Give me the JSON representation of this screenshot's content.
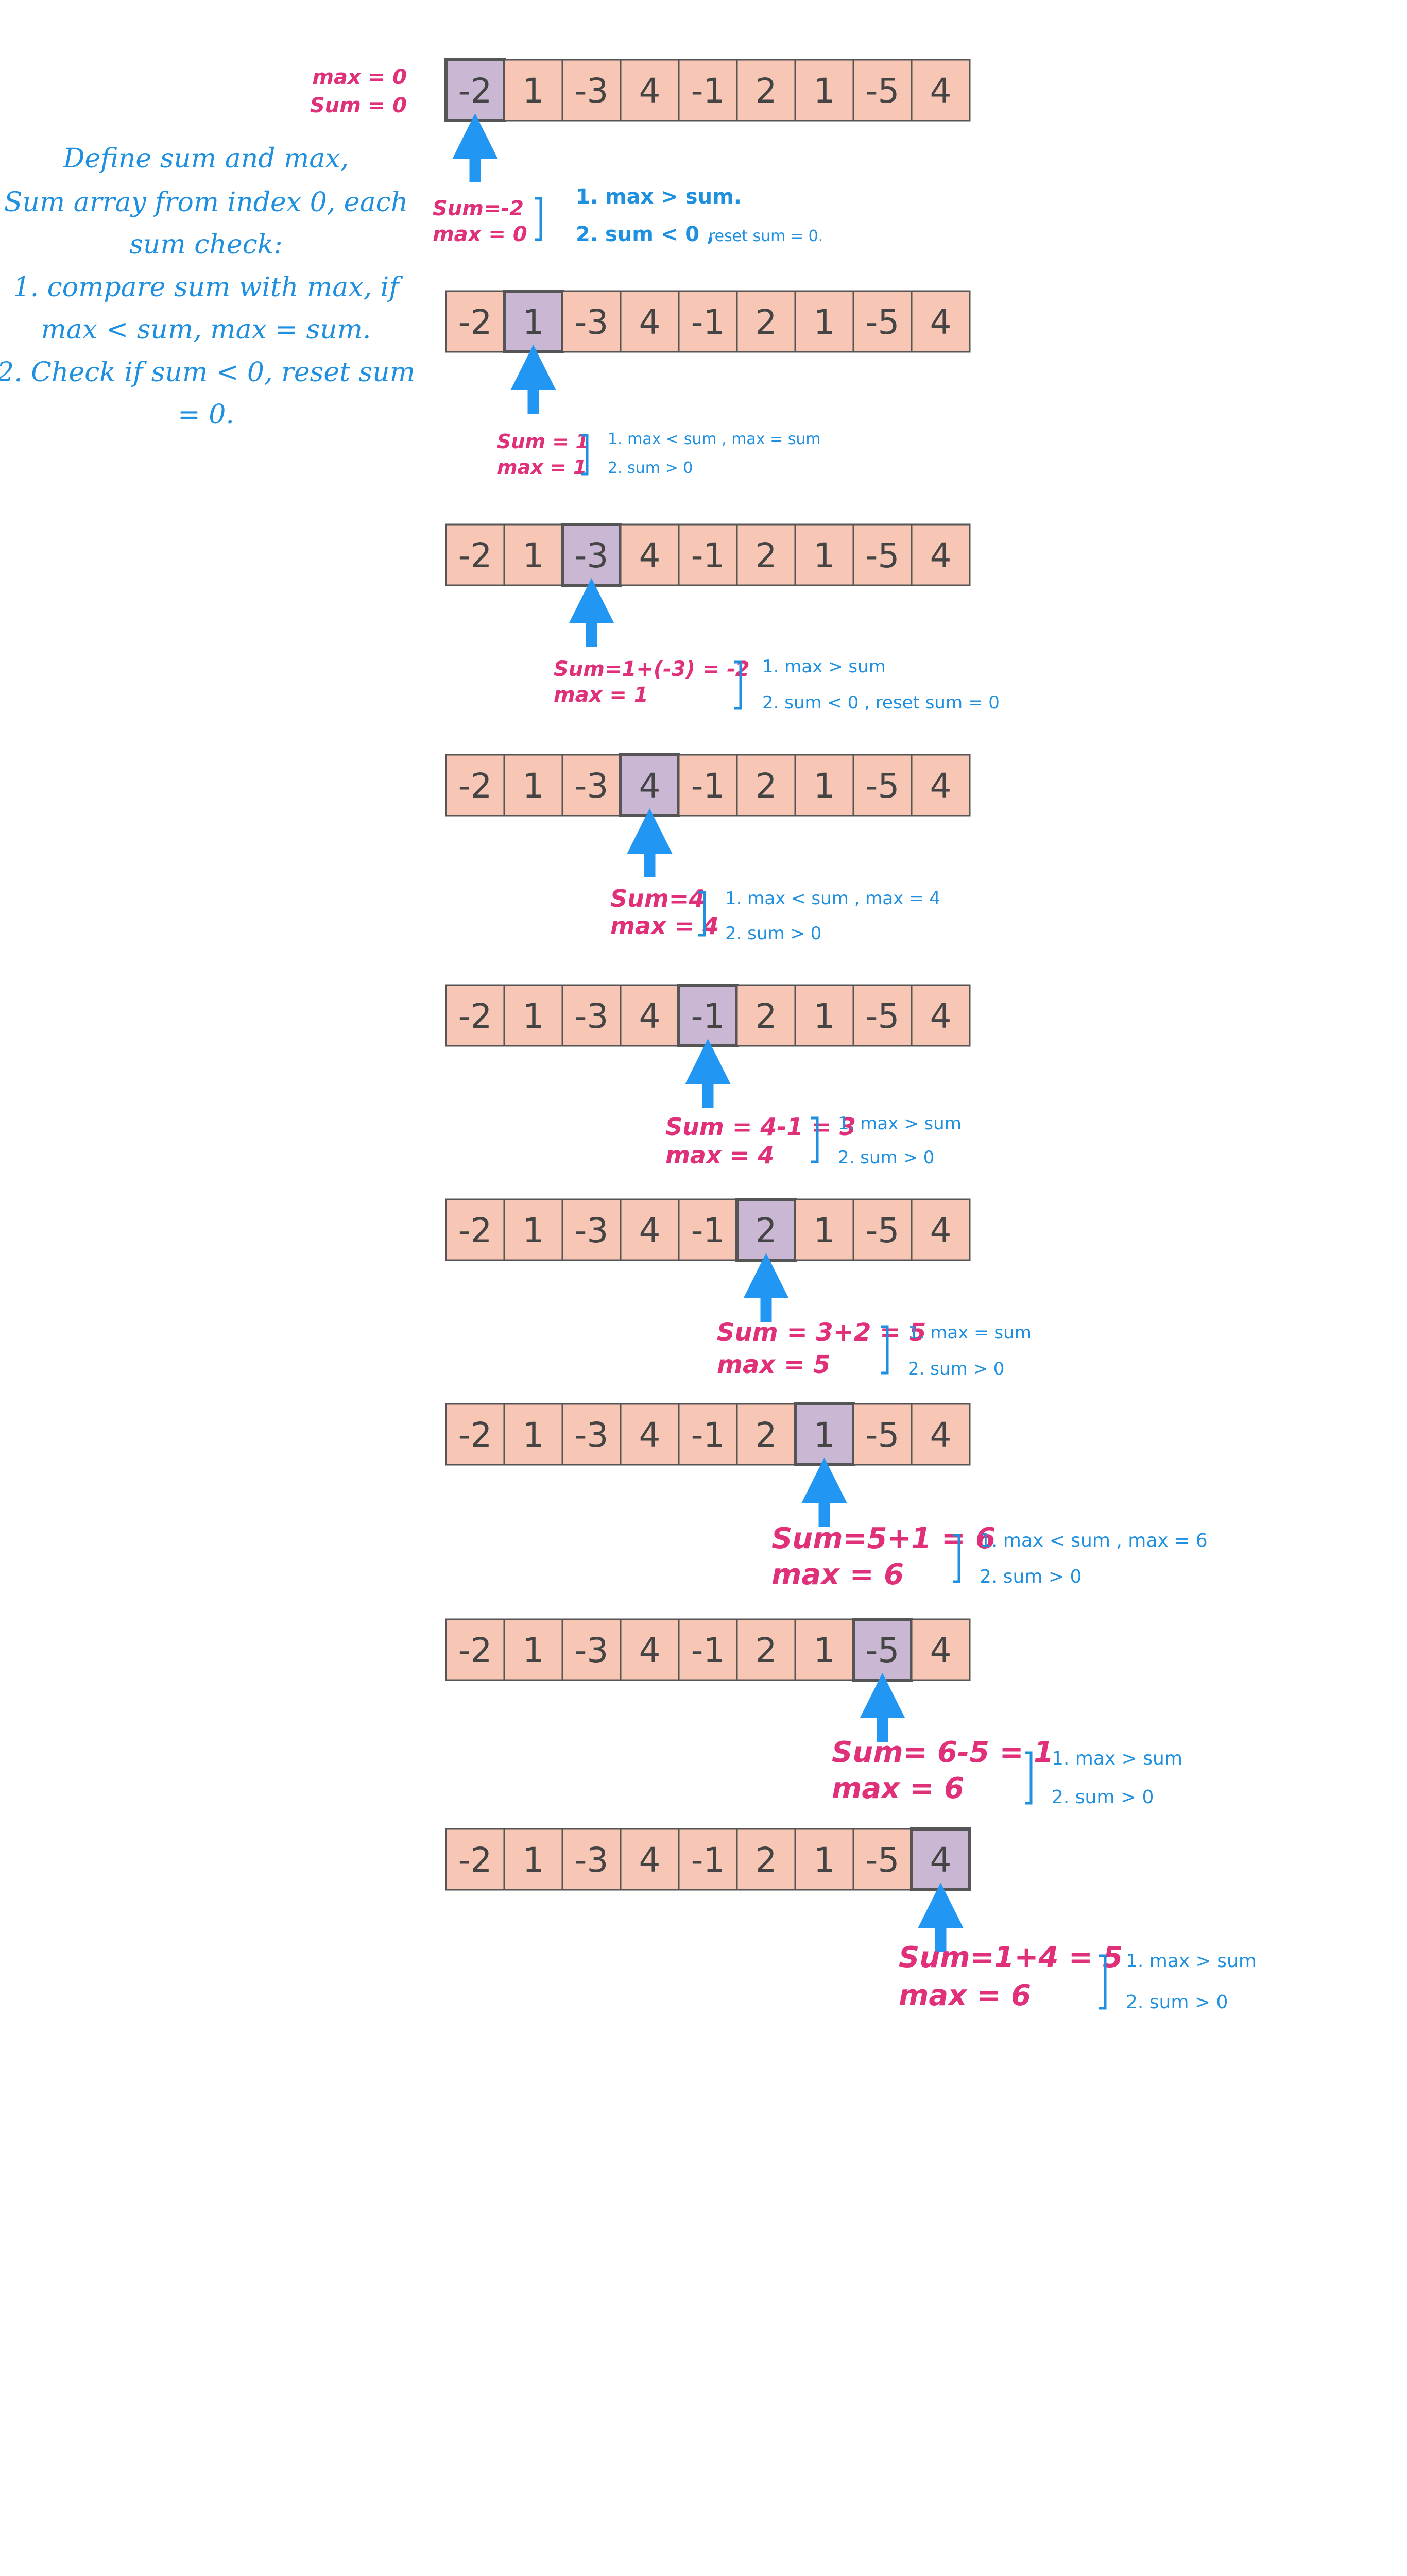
{
  "colors": {
    "cell_fill": "#f7c6b4",
    "cell_highlight": "#c9b7d3",
    "cell_border": "#555555",
    "arrow": "#2196f3",
    "pink_text": "#e0307a",
    "blue_text": "#1f8fe0"
  },
  "intro": {
    "init_max": "max = 0",
    "init_sum": "Sum = 0",
    "description": [
      "Define sum and max,",
      "Sum array from index 0, each",
      "sum check:",
      "1. compare sum with max, if",
      "max < sum, max = sum.",
      "2. Check if sum < 0, reset sum",
      "= 0."
    ]
  },
  "array": [
    "-2",
    "1",
    "-3",
    "4",
    "-1",
    "2",
    "1",
    "-5",
    "4"
  ],
  "steps": [
    {
      "highlight": 0,
      "sum_line": "Sum=-2",
      "max_line": "max = 0",
      "check1": "1. max > sum.",
      "check2a": "2. sum < 0 ,",
      "check2b": "reset sum = 0."
    },
    {
      "highlight": 1,
      "sum_line": "Sum = 1",
      "max_line": "max = 1",
      "check1": "1. max < sum , max = sum",
      "check2": "2. sum > 0"
    },
    {
      "highlight": 2,
      "sum_line": "Sum=1+(-3) = -2",
      "max_line": "max = 1",
      "check1": "1. max > sum",
      "check2": "2. sum < 0 , reset sum = 0"
    },
    {
      "highlight": 3,
      "sum_line": "Sum=4",
      "max_line": "max = 4",
      "check1": "1. max < sum , max = 4",
      "check2": "2. sum > 0"
    },
    {
      "highlight": 4,
      "sum_line": "Sum = 4-1 = 3",
      "max_line": "max = 4",
      "check1": "1. max > sum",
      "check2": "2. sum > 0"
    },
    {
      "highlight": 5,
      "sum_line": "Sum = 3+2 = 5",
      "max_line": "max = 5",
      "check1": "1. max = sum",
      "check2": "2. sum > 0"
    },
    {
      "highlight": 6,
      "sum_line": "Sum=5+1 = 6",
      "max_line": "max = 6",
      "check1": "1. max < sum , max = 6",
      "check2": "2. sum > 0"
    },
    {
      "highlight": 7,
      "sum_line": "Sum= 6-5 = 1",
      "max_line": "max = 6",
      "check1": "1. max > sum",
      "check2": "2. sum > 0"
    },
    {
      "highlight": 8,
      "sum_line": "Sum=1+4 = 5",
      "max_line": "max = 6",
      "check1": "1. max > sum",
      "check2": "2. sum > 0"
    }
  ]
}
